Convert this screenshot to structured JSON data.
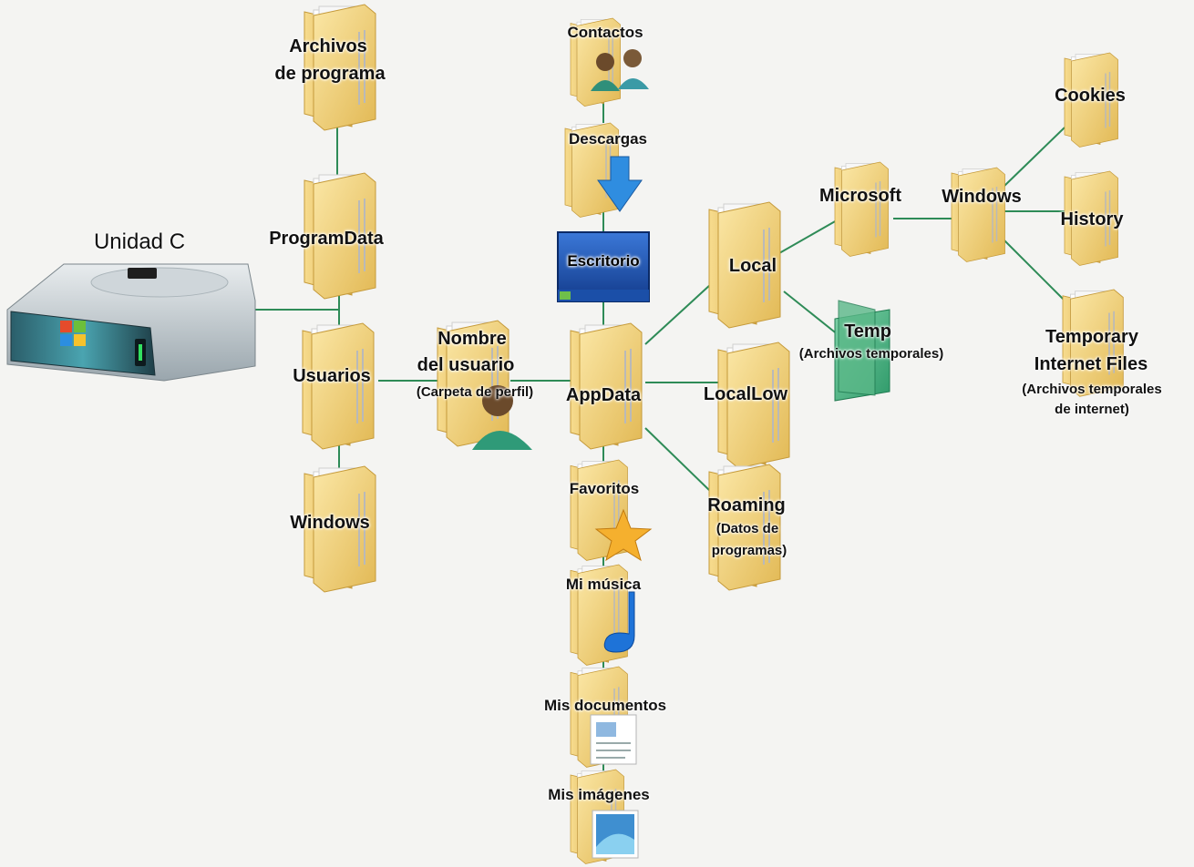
{
  "drive": {
    "label": "Unidad C"
  },
  "nodes": {
    "archivos_programa": {
      "line1": "Archivos",
      "line2": "de programa"
    },
    "programdata": {
      "label": "ProgramData"
    },
    "usuarios": {
      "label": "Usuarios"
    },
    "windows_root": {
      "label": "Windows"
    },
    "nombre_usuario": {
      "line1": "Nombre",
      "line2": "del usuario",
      "sub": "(Carpeta de perfil)"
    },
    "contactos": {
      "label": "Contactos"
    },
    "descargas": {
      "label": "Descargas"
    },
    "escritorio": {
      "label": "Escritorio"
    },
    "appdata": {
      "label": "AppData"
    },
    "favoritos": {
      "label": "Favoritos"
    },
    "mi_musica": {
      "label": "Mi música"
    },
    "mis_documentos": {
      "label": "Mis documentos"
    },
    "mis_imagenes": {
      "label": "Mis imágenes"
    },
    "local": {
      "label": "Local"
    },
    "locallow": {
      "label": "LocalLow"
    },
    "roaming": {
      "label": "Roaming",
      "sub1": "(Datos de",
      "sub2": "programas)"
    },
    "temp": {
      "label": "Temp",
      "sub": "(Archivos temporales)"
    },
    "microsoft": {
      "label": "Microsoft"
    },
    "windows_ie": {
      "label": "Windows"
    },
    "cookies": {
      "label": "Cookies"
    },
    "history": {
      "label": "History"
    },
    "tif": {
      "line1": "Temporary",
      "line2": "Internet Files",
      "sub1": "(Archivos temporales",
      "sub2": "de internet)"
    }
  },
  "colors": {
    "connector": "#2e8b57",
    "folder": "#f2d27a",
    "folder_dark": "#d8b04e",
    "background": "#f4f4f2"
  },
  "icons": [
    "hard-drive-icon",
    "folder-icon",
    "contacts-icon",
    "download-arrow-icon",
    "desktop-screen-icon",
    "user-icon",
    "star-icon",
    "music-note-icon",
    "document-icon",
    "picture-icon",
    "green-folder-icon"
  ]
}
